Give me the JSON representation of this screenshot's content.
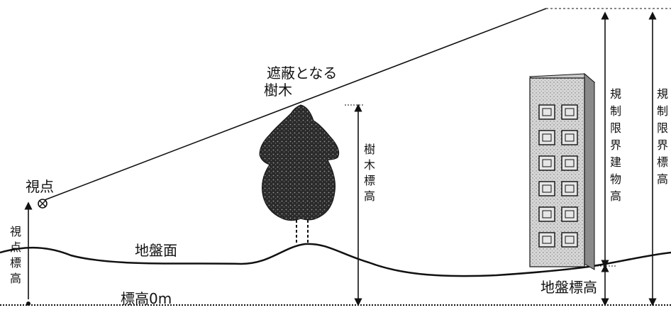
{
  "labels": {
    "viewpoint": "視点",
    "shielding_tree_1": "遮蔽となる",
    "shielding_tree_2": "樹木",
    "tree_height": "樹木標高",
    "building_height": "規制限界建物高",
    "limit_elevation": "規制限界標高",
    "viewpoint_elevation": "視点標高",
    "ground_surface": "地盤面",
    "ground_elevation": "地盤標高",
    "elevation_zero": "標高0m"
  },
  "colors": {
    "ink": "#111111",
    "tree": "#1e1e1e",
    "building_face": "#cfcfcf",
    "building_side": "#8a8a8a"
  },
  "icons": {
    "viewpoint": "circle-cross-icon"
  }
}
